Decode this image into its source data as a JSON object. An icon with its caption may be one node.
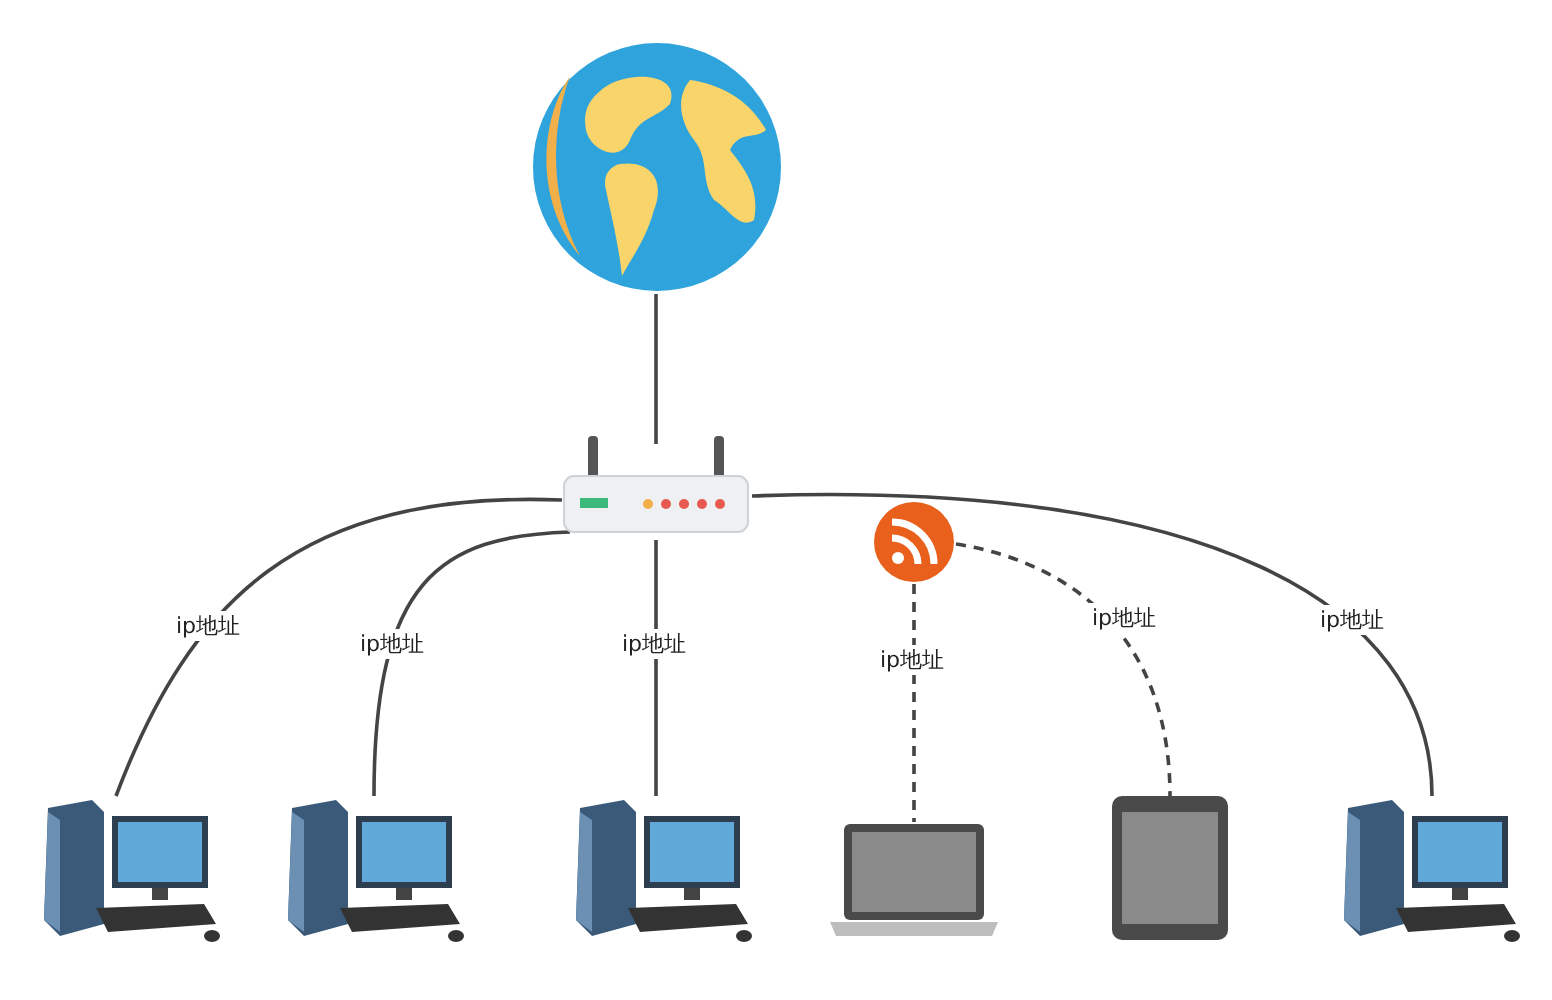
{
  "diagram": {
    "nodes": [
      {
        "text": [],
        "shape": "picture"
      },
      {
        "text": [],
        "shape": "picture"
      },
      {
        "text": [],
        "shape": "picture"
      },
      {
        "text": [],
        "shape": "picture"
      },
      {
        "text": [],
        "shape": "picture"
      },
      {
        "text": [],
        "shape": "picture"
      },
      {
        "text": [],
        "shape": "picture"
      },
      {
        "text": [],
        "shape": "picture"
      },
      {
        "text": [],
        "shape": "picture"
      }
    ],
    "edges": [
      {
        "from": 0,
        "to": 1,
        "arrow": "none"
      },
      {
        "from": 1,
        "to": 3,
        "arrow": "none",
        "label": "ip地址"
      },
      {
        "from": 1,
        "to": 4,
        "arrow": "none",
        "label": "ip地址"
      },
      {
        "from": 1,
        "to": 5,
        "arrow": "none",
        "label": "ip地址"
      },
      {
        "from": 1,
        "to": 8,
        "arrow": "none",
        "label": "ip地址"
      },
      {
        "from": 2,
        "to": 6,
        "arrow": "none",
        "label": "ip地址",
        "style": "dashed"
      },
      {
        "from": 2,
        "to": 7,
        "arrow": "none",
        "label": "ip地址",
        "style": "dashed"
      }
    ]
  }
}
